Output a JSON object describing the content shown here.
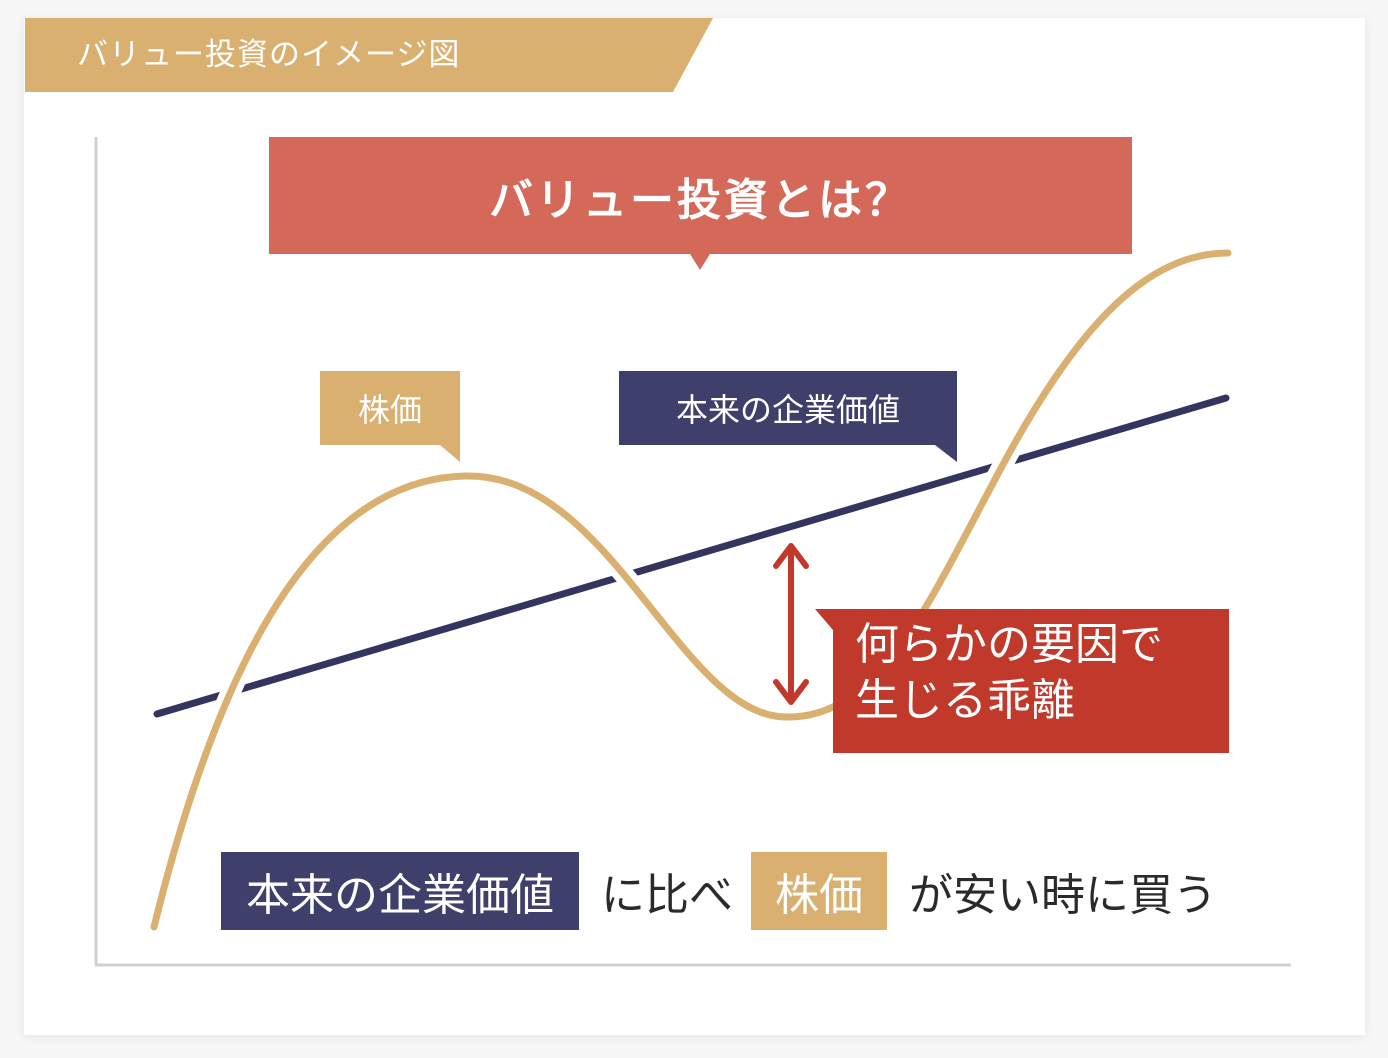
{
  "header": {
    "title": "バリュー投資のイメージ図"
  },
  "diagram": {
    "title": "バリュー投資とは？",
    "labels": {
      "stock_price": "株価",
      "intrinsic_value": "本来の企業価値"
    },
    "gap_callout": {
      "line1": "何らかの要因で",
      "line2": "生じる乖離"
    },
    "summary": {
      "part1": "本来の企業価値",
      "part2": "に比べ",
      "part3": "株価",
      "part4": "が安い時に買う"
    }
  },
  "colors": {
    "gold": "#d9b070",
    "navy": "#3f3f6b",
    "title_red": "#d4695a",
    "callout_red": "#c0392b",
    "axis_gray": "#d0d0d0"
  }
}
